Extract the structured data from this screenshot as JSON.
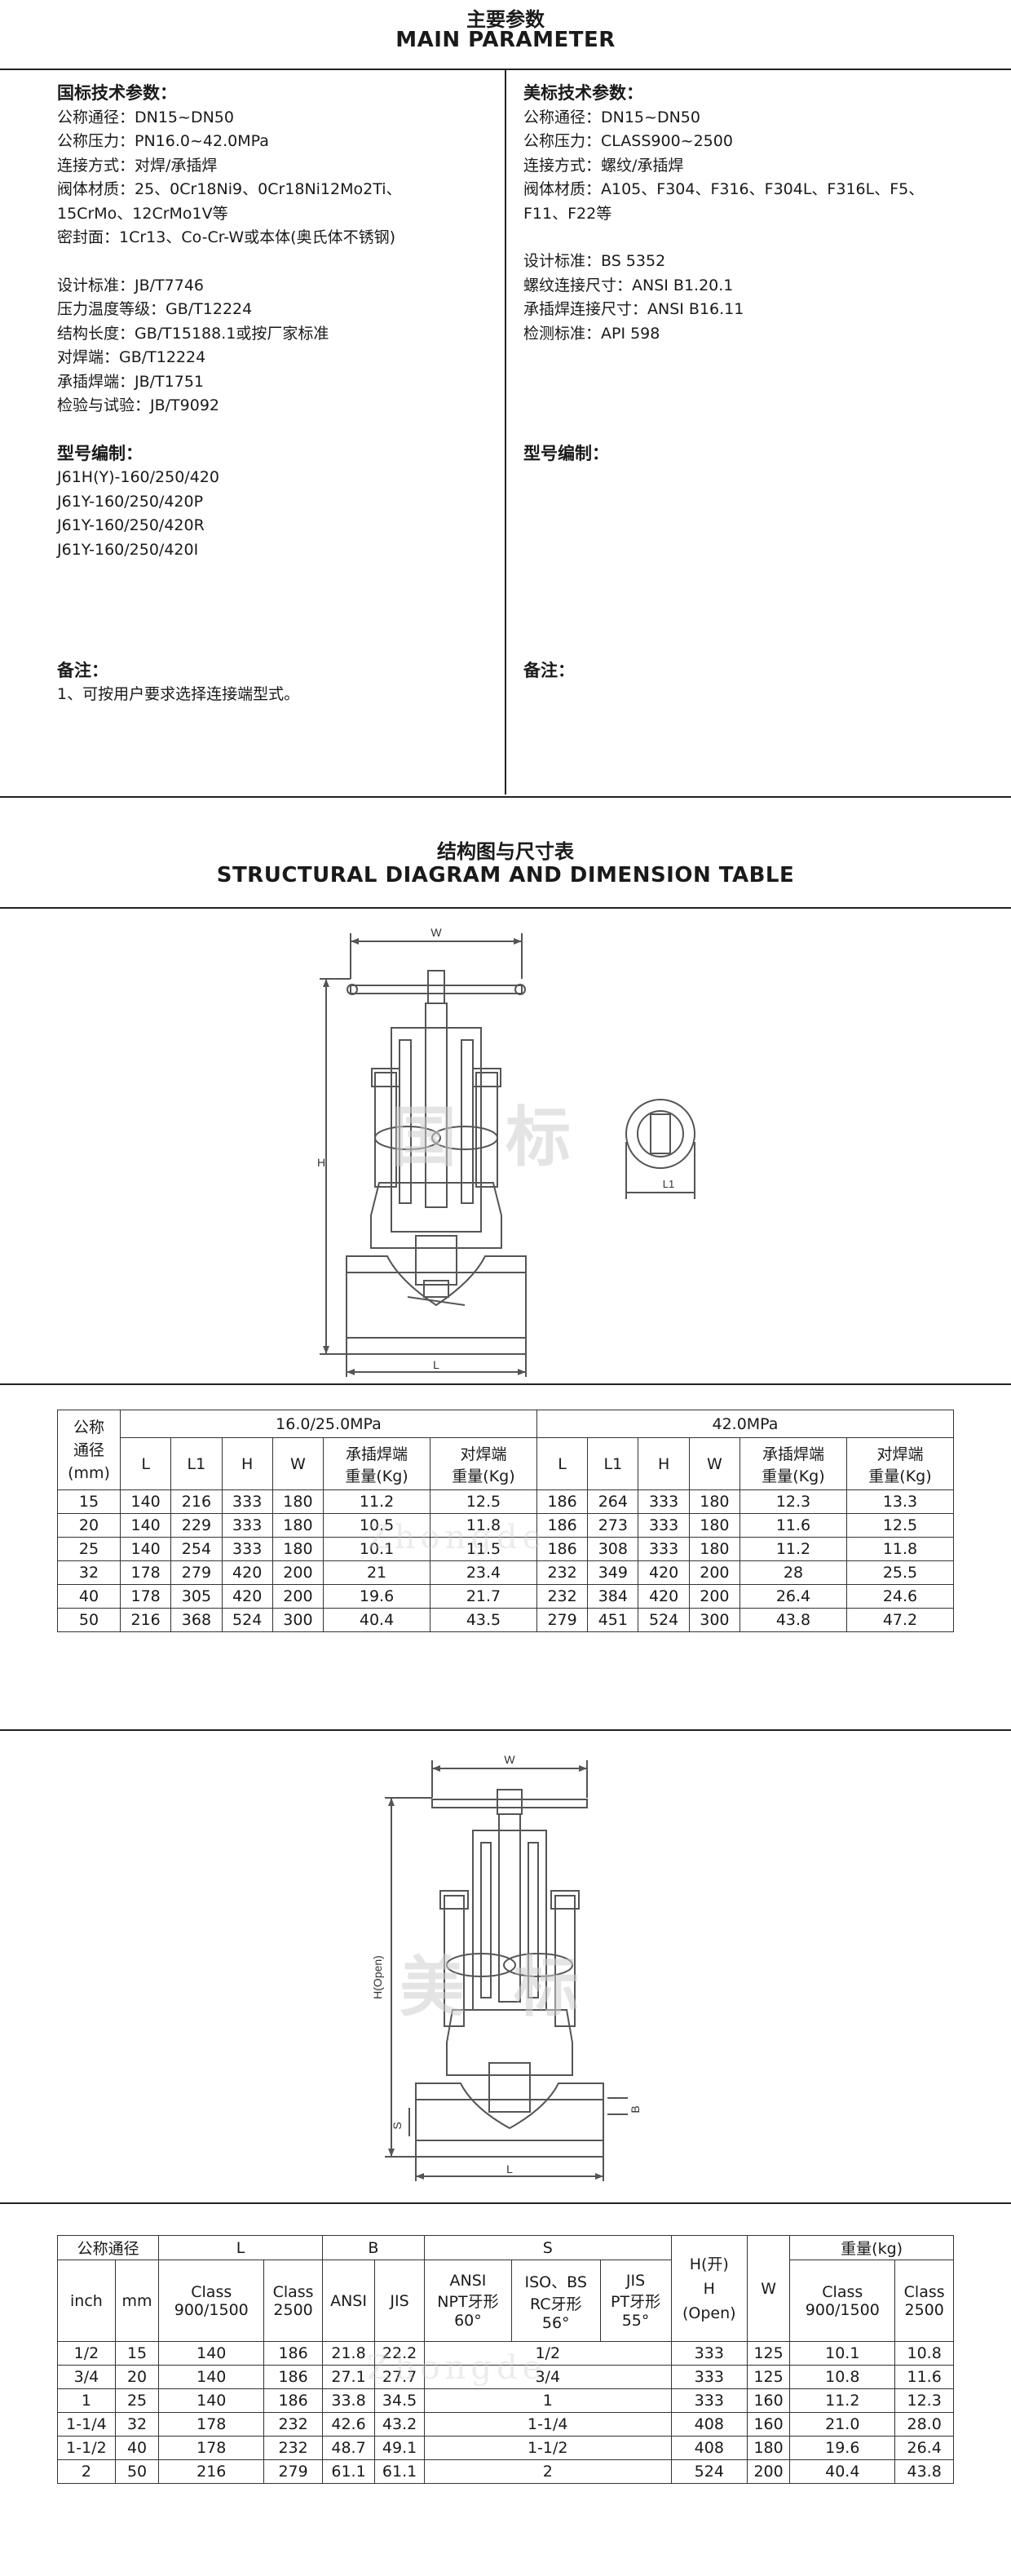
{
  "section1": {
    "title_cn": "主要参数",
    "title_en": "MAIN PARAMETER"
  },
  "gb": {
    "heading": "国标技术参数：",
    "lines": [
      "公称通径：DN15~DN50",
      "公称压力：PN16.0~42.0MPa",
      "连接方式：对焊/承插焊",
      "阀体材质：25、0Cr18Ni9、0Cr18Ni12Mo2Ti、",
      "15CrMo、12CrMo1V等",
      "密封面：1Cr13、Co-Cr-W或本体(奥氏体不锈钢)"
    ],
    "std_lines": [
      "设计标准：JB/T7746",
      "压力温度等级：GB/T12224",
      "结构长度：GB/T15188.1或按厂家标准",
      "对焊端：GB/T12224",
      "承插焊端：JB/T1751",
      "检验与试验：JB/T9092"
    ],
    "model_heading": "型号编制：",
    "models": [
      "J61H(Y)-160/250/420",
      "J61Y-160/250/420P",
      "J61Y-160/250/420R",
      "J61Y-160/250/420I"
    ],
    "note_heading": "备注：",
    "notes": [
      "1、可按用户要求选择连接端型式。"
    ]
  },
  "ansi": {
    "heading": "美标技术参数：",
    "lines": [
      "公称通径：DN15~DN50",
      "公称压力：CLASS900~2500",
      "连接方式：螺纹/承插焊",
      "阀体材质：A105、F304、F316、F304L、F316L、F5、",
      "F11、F22等"
    ],
    "std_lines": [
      "设计标准：BS 5352",
      "螺纹连接尺寸：ANSI B1.20.1",
      "承插焊连接尺寸：ANSI B16.11",
      "检测标准：API 598"
    ],
    "model_heading": "型号编制：",
    "note_heading": "备注："
  },
  "section2": {
    "title_cn": "结构图与尺寸表",
    "title_en": "STRUCTURAL DIAGRAM AND DIMENSION TABLE"
  },
  "diagram1": {
    "labels": {
      "w": "W",
      "h": "H",
      "l": "L",
      "l1": "L1"
    },
    "watermark": "国标"
  },
  "table1": {
    "corner": [
      "公称",
      "通径",
      "(mm)"
    ],
    "group1": "16.0/25.0MPa",
    "group2": "42.0MPa",
    "subheaders": [
      "L",
      "L1",
      "H",
      "W",
      "承插焊端\n重量(Kg)",
      "对焊端\n重量(Kg)"
    ],
    "rows": [
      [
        "15",
        "140",
        "216",
        "333",
        "180",
        "11.2",
        "12.5",
        "186",
        "264",
        "333",
        "180",
        "12.3",
        "13.3"
      ],
      [
        "20",
        "140",
        "229",
        "333",
        "180",
        "10.5",
        "11.8",
        "186",
        "273",
        "333",
        "180",
        "11.6",
        "12.5"
      ],
      [
        "25",
        "140",
        "254",
        "333",
        "180",
        "10.1",
        "11.5",
        "186",
        "308",
        "333",
        "180",
        "11.2",
        "11.8"
      ],
      [
        "32",
        "178",
        "279",
        "420",
        "200",
        "21",
        "23.4",
        "232",
        "349",
        "420",
        "200",
        "28",
        "25.5"
      ],
      [
        "40",
        "178",
        "305",
        "420",
        "200",
        "19.6",
        "21.7",
        "232",
        "384",
        "420",
        "200",
        "26.4",
        "24.6"
      ],
      [
        "50",
        "216",
        "368",
        "524",
        "300",
        "40.4",
        "43.5",
        "279",
        "451",
        "524",
        "300",
        "43.8",
        "47.2"
      ]
    ]
  },
  "diagram2": {
    "labels": {
      "w": "W",
      "h": "H(Open)",
      "l": "L",
      "s": "S",
      "b": "B"
    },
    "watermark": "美标"
  },
  "table2": {
    "h_nominal": "公称通径",
    "h_L": "L",
    "h_B": "B",
    "h_S": "S",
    "h_H": "H(开)\nH\n(Open)",
    "h_W": "W",
    "h_weight": "重量(kg)",
    "h_inch": "inch",
    "h_mm": "mm",
    "h_L1": "Class\n900/1500",
    "h_L2": "Class\n2500",
    "h_B1": "ANSI",
    "h_B2": "JIS",
    "h_S1": "ANSI\nNPT牙形\n60°",
    "h_S2": "ISO、BS\nRC牙形\n56°",
    "h_S3": "JIS\nPT牙形\n55°",
    "h_W1": "Class\n900/1500",
    "h_W2": "Class\n2500",
    "rows": [
      [
        "1/2",
        "15",
        "140",
        "186",
        "21.8",
        "22.2",
        "1/2",
        "333",
        "125",
        "10.1",
        "10.8"
      ],
      [
        "3/4",
        "20",
        "140",
        "186",
        "27.1",
        "27.7",
        "3/4",
        "333",
        "125",
        "10.8",
        "11.6"
      ],
      [
        "1",
        "25",
        "140",
        "186",
        "33.8",
        "34.5",
        "1",
        "333",
        "160",
        "11.2",
        "12.3"
      ],
      [
        "1-1/4",
        "32",
        "178",
        "232",
        "42.6",
        "43.2",
        "1-1/4",
        "408",
        "160",
        "21.0",
        "28.0"
      ],
      [
        "1-1/2",
        "40",
        "178",
        "232",
        "48.7",
        "49.1",
        "1-1/2",
        "408",
        "180",
        "19.6",
        "26.4"
      ],
      [
        "2",
        "50",
        "216",
        "279",
        "61.1",
        "61.1",
        "2",
        "524",
        "200",
        "40.4",
        "43.8"
      ]
    ]
  }
}
